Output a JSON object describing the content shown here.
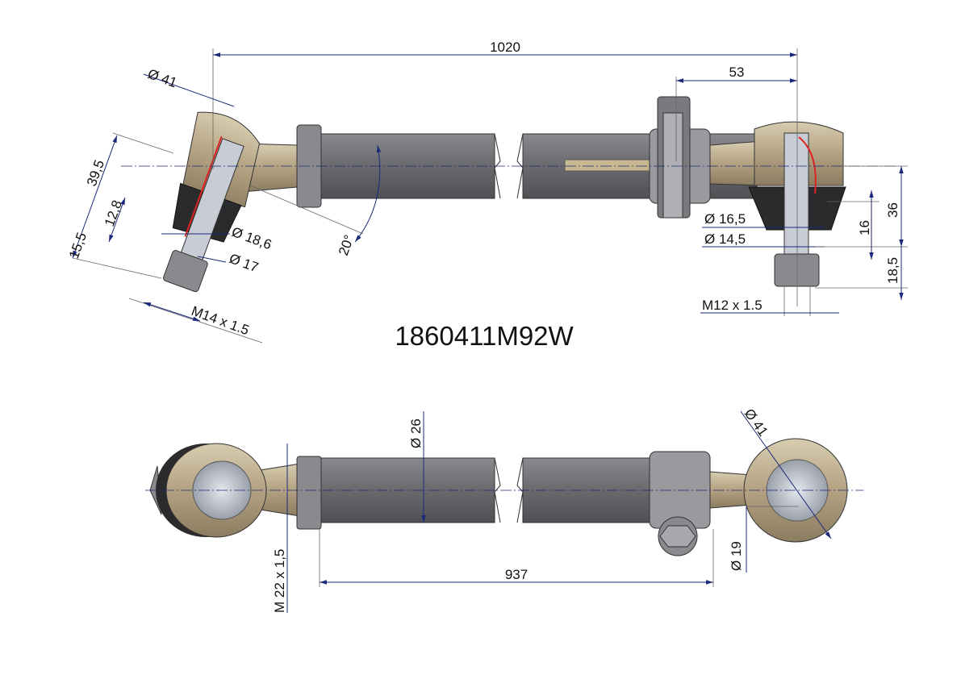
{
  "part_number": "1860411M92W",
  "colors": {
    "rod": "#6e6e72",
    "metal_end": "#b9a888",
    "boot": "#2b2b2d",
    "dimension_line": "#1b2a7a",
    "section_red": "#d22"
  },
  "top_view": {
    "overall_length": "1020",
    "offset": "53",
    "left_end": {
      "ball_diameter": "Ø 41",
      "height": "39,5",
      "dim_12_8": "12,8",
      "dim_15_5": "15,5",
      "cone_major": "Ø 18,6",
      "cone_minor": "Ø 17",
      "angle": "20°",
      "thread": "M14 x 1.5"
    },
    "right_end": {
      "cone_major": "Ø 16,5",
      "cone_minor": "Ø 14,5",
      "dim_16": "16",
      "dim_36": "36",
      "dim_18_5": "18,5",
      "thread": "M12 x 1.5"
    }
  },
  "bottom_view": {
    "rod_diameter": "Ø 26",
    "eye_diameter": "Ø 41",
    "bore_diameter": "Ø 19",
    "rod_length": "937",
    "thread": "M 22 x 1,5"
  }
}
